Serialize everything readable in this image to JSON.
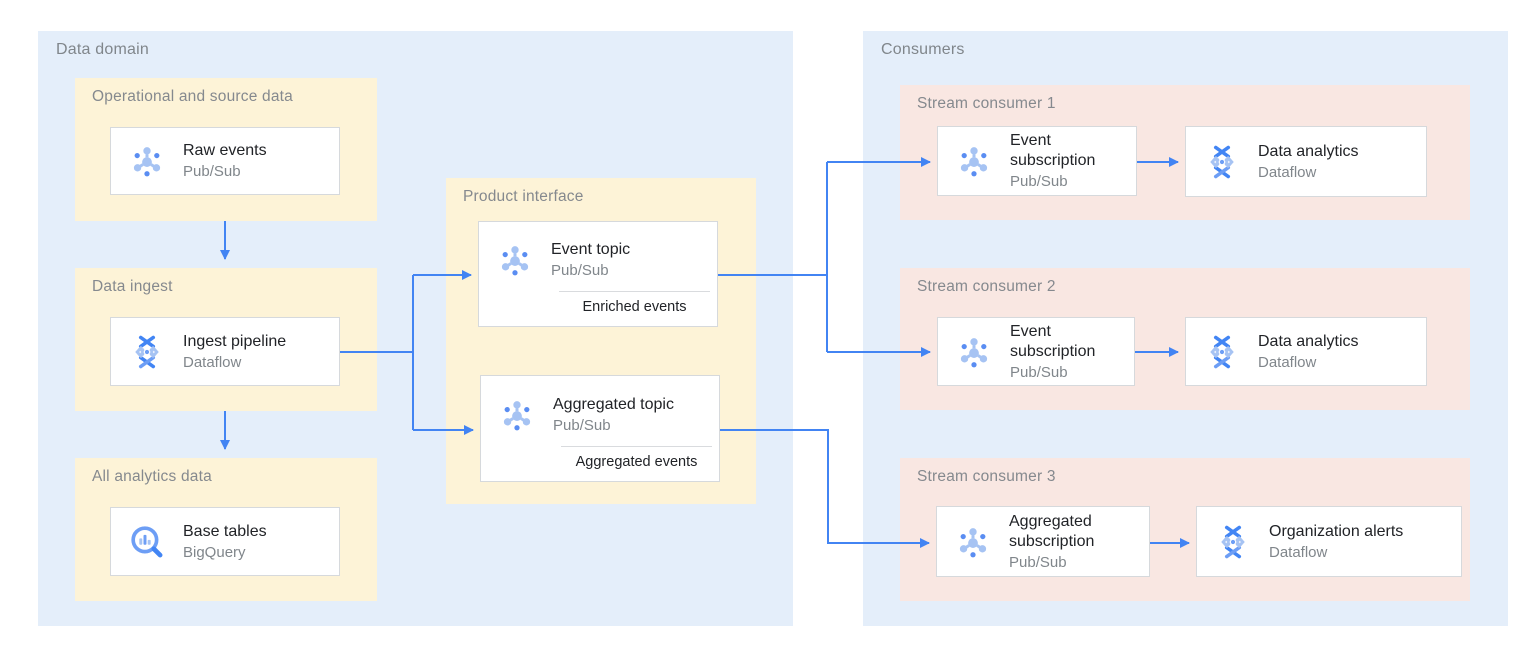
{
  "colors": {
    "arrow_blue": "#4284f3",
    "panel_blue": "#e4eefa",
    "group_yellow": "#fdf3d7",
    "group_pink": "#f9e7e2",
    "card_border": "#d6d9dc",
    "title_gray": "#85898e",
    "text_dark": "#212327",
    "icon_light_blue": "#a6c3f3",
    "icon_medium_blue": "#6d9ef5",
    "icon_dark_blue": "#4285f4"
  },
  "panels": [
    {
      "title": "Data domain",
      "groups": [
        {
          "title": "Operational and source data",
          "cards": [
            {
              "title": "Raw events",
              "subtitle": "Pub/Sub",
              "icon": "pubsub-icon",
              "icon_ref": "#icon-pubsub"
            }
          ]
        },
        {
          "title": "Data ingest",
          "cards": [
            {
              "title": "Ingest pipeline",
              "subtitle": "Dataflow",
              "icon": "dataflow-icon",
              "icon_ref": "#icon-dataflow"
            }
          ]
        },
        {
          "title": "All analytics data",
          "cards": [
            {
              "title": "Base tables",
              "subtitle": "BigQuery",
              "icon": "bigquery-icon",
              "icon_ref": "#icon-bigquery"
            }
          ]
        },
        {
          "title": "Product interface",
          "cards": [
            {
              "title": "Event topic",
              "subtitle": "Pub/Sub",
              "footer": "Enriched events",
              "icon": "pubsub-icon",
              "icon_ref": "#icon-pubsub"
            },
            {
              "title": "Aggregated topic",
              "subtitle": "Pub/Sub",
              "footer": "Aggregated events",
              "icon": "pubsub-icon",
              "icon_ref": "#icon-pubsub"
            }
          ]
        }
      ]
    },
    {
      "title": "Consumers",
      "groups": [
        {
          "title": "Stream consumer 1",
          "cards": [
            {
              "title": "Event subscription",
              "subtitle": "Pub/Sub",
              "icon": "pubsub-icon",
              "icon_ref": "#icon-pubsub"
            },
            {
              "title": "Data analytics",
              "subtitle": "Dataflow",
              "icon": "dataflow-icon",
              "icon_ref": "#icon-dataflow"
            }
          ]
        },
        {
          "title": "Stream consumer 2",
          "cards": [
            {
              "title": "Event subscription",
              "subtitle": "Pub/Sub",
              "icon": "pubsub-icon",
              "icon_ref": "#icon-pubsub"
            },
            {
              "title": "Data analytics",
              "subtitle": "Dataflow",
              "icon": "dataflow-icon",
              "icon_ref": "#icon-dataflow"
            }
          ]
        },
        {
          "title": "Stream consumer 3",
          "cards": [
            {
              "title": "Aggregated subscription",
              "subtitle": "Pub/Sub",
              "icon": "pubsub-icon",
              "icon_ref": "#icon-pubsub"
            },
            {
              "title": "Organization alerts",
              "subtitle": "Dataflow",
              "icon": "dataflow-icon",
              "icon_ref": "#icon-dataflow"
            }
          ]
        }
      ]
    }
  ],
  "edges": [
    {
      "from": "Operational and source data",
      "to": "Data ingest"
    },
    {
      "from": "Data ingest",
      "to": "All analytics data"
    },
    {
      "from": "Ingest pipeline",
      "to": "Event topic"
    },
    {
      "from": "Ingest pipeline",
      "to": "Aggregated topic"
    },
    {
      "from": "Event topic",
      "to": "Event subscription (Stream consumer 1)"
    },
    {
      "from": "Event topic",
      "to": "Event subscription (Stream consumer 2)"
    },
    {
      "from": "Aggregated topic",
      "to": "Aggregated subscription (Stream consumer 3)"
    },
    {
      "from": "Event subscription (Stream consumer 1)",
      "to": "Data analytics (Stream consumer 1)"
    },
    {
      "from": "Event subscription (Stream consumer 2)",
      "to": "Data analytics (Stream consumer 2)"
    },
    {
      "from": "Aggregated subscription (Stream consumer 3)",
      "to": "Organization alerts (Stream consumer 3)"
    }
  ]
}
